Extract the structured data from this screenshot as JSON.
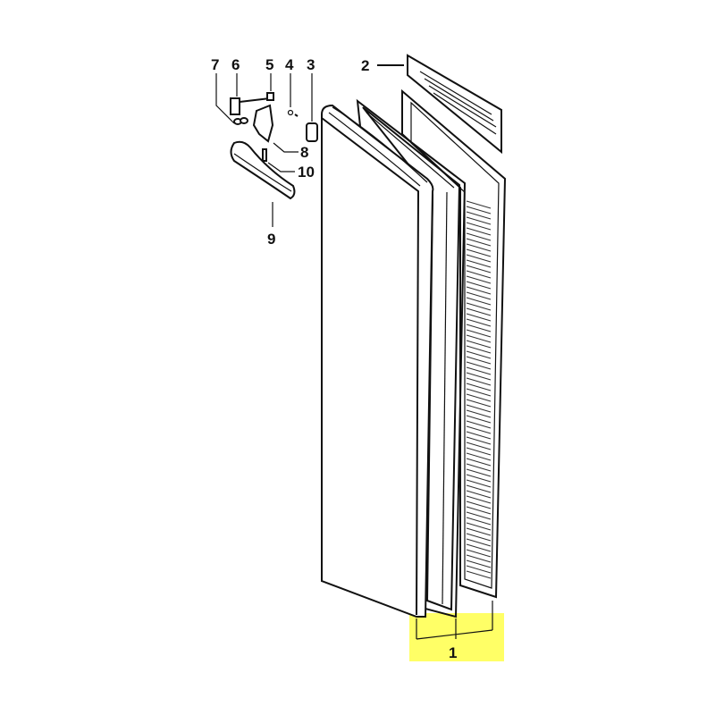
{
  "diagram": {
    "title": "Door exploded parts diagram",
    "labels": {
      "p1": "1",
      "p2": "2",
      "p3": "3",
      "p4": "4",
      "p5": "5",
      "p6": "6",
      "p7": "7",
      "p8": "8",
      "p9": "9",
      "p10": "10"
    },
    "highlight_color": "#ffff66",
    "highlighted_part": "1"
  }
}
